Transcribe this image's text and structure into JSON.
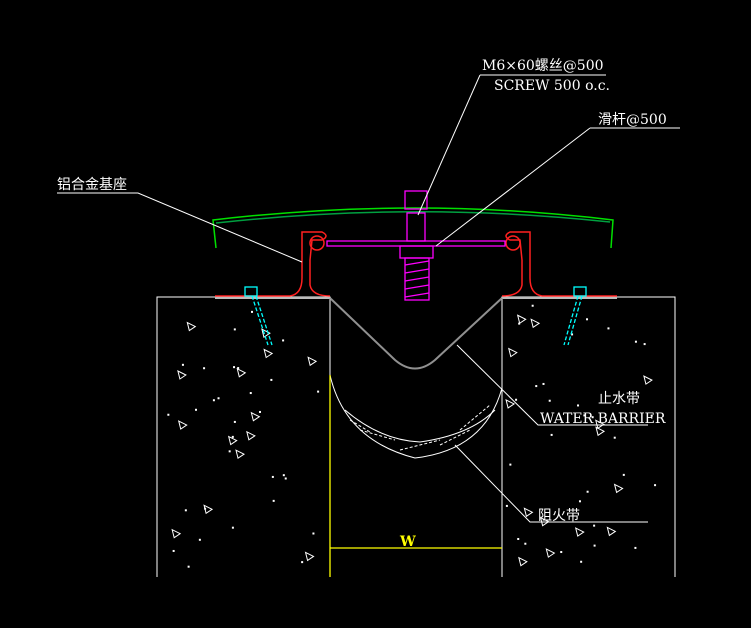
{
  "labels": {
    "screw_cn": "M6×60螺丝@500",
    "screw_en": "SCREW 500 o.c.",
    "slide_bar": "滑杆@500",
    "base": "铝合金基座",
    "water_barrier_cn": "止水带",
    "water_barrier_en": "WATER BARRIER",
    "fire_barrier": "阻火带",
    "width": "W"
  },
  "colors": {
    "background": "#000000",
    "cover": "#00e000",
    "base": "#ff2020",
    "bolt": "#ff00ff",
    "anchor": "#00ffff",
    "dimension": "#ffff00",
    "barrier": "#909090",
    "lines": "#ffffff"
  }
}
